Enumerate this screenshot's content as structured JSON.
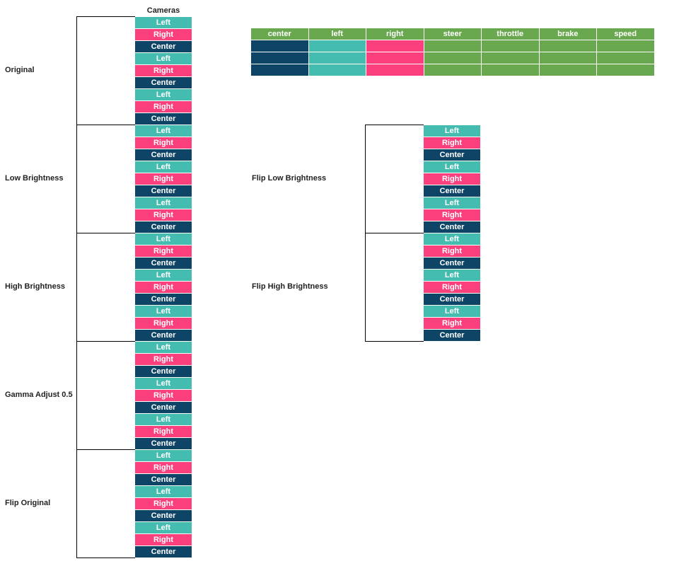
{
  "colors": {
    "Left": "#45bcb0",
    "Right": "#fc3f7d",
    "Center": "#0e4466",
    "header": "#6aa84f"
  },
  "cameras_header": "Cameras",
  "camera_sequence": [
    "Left",
    "Right",
    "Center",
    "Left",
    "Right",
    "Center",
    "Left",
    "Right",
    "Center"
  ],
  "left_groups": [
    {
      "label": "Original"
    },
    {
      "label": "Low Brightness"
    },
    {
      "label": "High Brightness"
    },
    {
      "label": "Gamma Adjust 0.5"
    },
    {
      "label": "Flip Original"
    }
  ],
  "right_groups": [
    {
      "label": "Flip Low Brightness"
    },
    {
      "label": "Flip High Brightness"
    }
  ],
  "table": {
    "headers": [
      "center",
      "left",
      "right",
      "steer",
      "throttle",
      "brake",
      "speed"
    ],
    "column_colors": [
      "Center",
      "Left",
      "Right",
      "header",
      "header",
      "header",
      "header"
    ],
    "row_count": 3
  }
}
